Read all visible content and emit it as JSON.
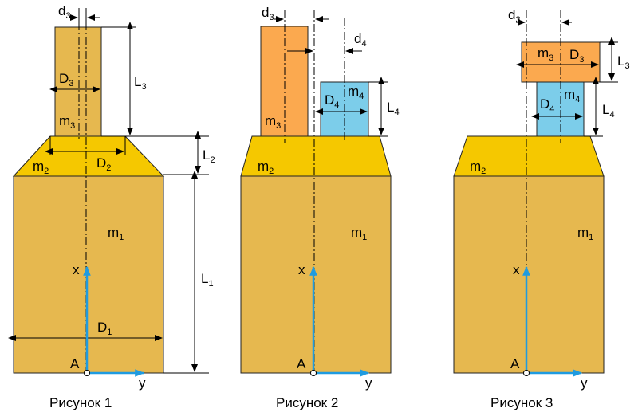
{
  "colors": {
    "body_main": "#e6b84f",
    "transition": "#f5c800",
    "part_orange": "#fba94f",
    "part_blue": "#7ccdea",
    "axis_blue": "#1f9be0",
    "outline": "#222222"
  },
  "figures": [
    {
      "caption": "Рисунок 1",
      "labels": {
        "m1": {
          "main": "m",
          "sub": "1"
        },
        "m2": {
          "main": "m",
          "sub": "2"
        },
        "m3": {
          "main": "m",
          "sub": "3"
        },
        "D1": {
          "main": "D",
          "sub": "1"
        },
        "D2": {
          "main": "D",
          "sub": "2"
        },
        "D3": {
          "main": "D",
          "sub": "3"
        },
        "d3": {
          "main": "d",
          "sub": "3"
        },
        "L1": {
          "main": "L",
          "sub": "1"
        },
        "L2": {
          "main": "L",
          "sub": "2"
        },
        "L3": {
          "main": "L",
          "sub": "3"
        },
        "x": "x",
        "y": "y",
        "A": "A"
      }
    },
    {
      "caption": "Рисунок 2",
      "labels": {
        "m1": {
          "main": "m",
          "sub": "1"
        },
        "m2": {
          "main": "m",
          "sub": "2"
        },
        "m3": {
          "main": "m",
          "sub": "3"
        },
        "m4": {
          "main": "m",
          "sub": "4"
        },
        "D4": {
          "main": "D",
          "sub": "4"
        },
        "d3": {
          "main": "d",
          "sub": "3"
        },
        "d4": {
          "main": "d",
          "sub": "4"
        },
        "L4": {
          "main": "L",
          "sub": "4"
        },
        "x": "x",
        "y": "y",
        "A": "A"
      }
    },
    {
      "caption": "Рисунок 3",
      "labels": {
        "m1": {
          "main": "m",
          "sub": "1"
        },
        "m2": {
          "main": "m",
          "sub": "2"
        },
        "m3": {
          "main": "m",
          "sub": "3"
        },
        "m4": {
          "main": "m",
          "sub": "4"
        },
        "D3": {
          "main": "D",
          "sub": "3"
        },
        "D4": {
          "main": "D",
          "sub": "4"
        },
        "d3": {
          "main": "d",
          "sub": "3"
        },
        "L3": {
          "main": "L",
          "sub": "3"
        },
        "L4": {
          "main": "L",
          "sub": "4"
        },
        "x": "x",
        "y": "y",
        "A": "A"
      }
    }
  ]
}
